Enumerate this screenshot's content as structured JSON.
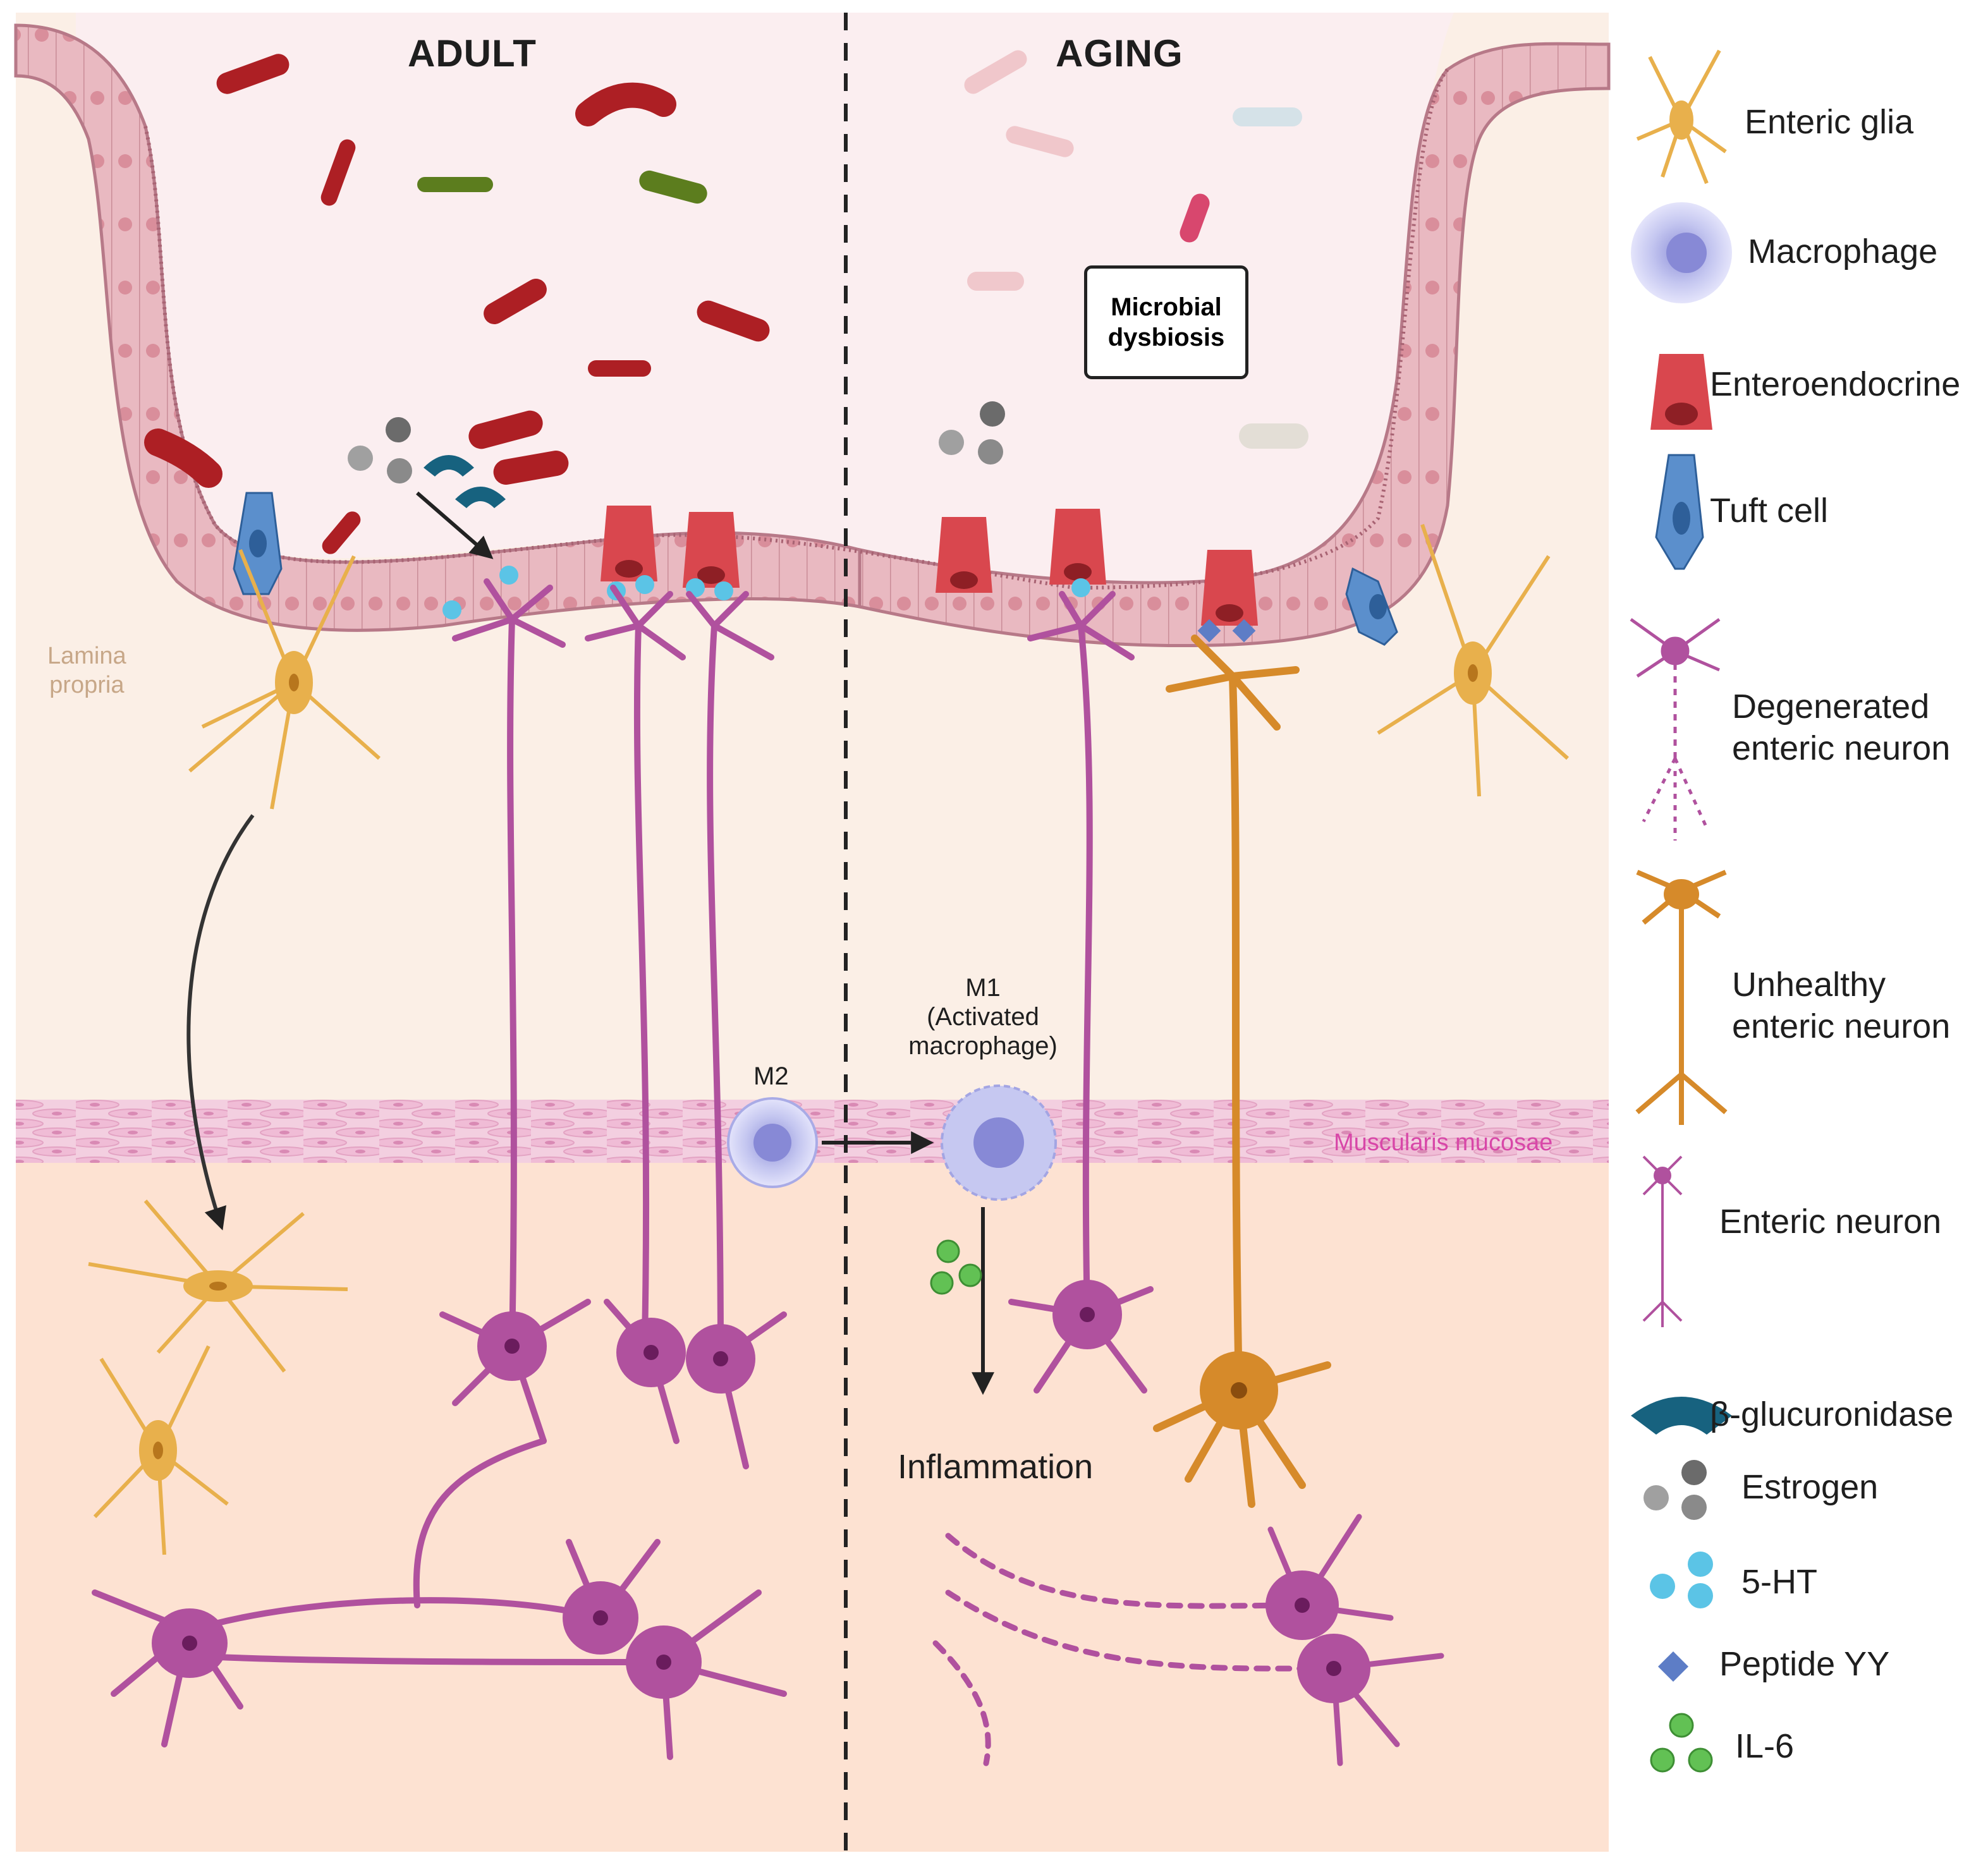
{
  "panels": {
    "left_title": "ADULT",
    "right_title": "AGING"
  },
  "regions": {
    "lamina_propria": [
      "Lamina",
      "propria"
    ],
    "muscularis_mucosae": "Muscularis mucosae"
  },
  "labels": {
    "microbial_dysbiosis": [
      "Microbial",
      "dysbiosis"
    ],
    "m2": "M2",
    "m1": [
      "M1",
      "(Activated",
      "macrophage)"
    ],
    "inflammation": "Inflammation"
  },
  "legend": [
    {
      "icon": "enteric-glia-icon",
      "label": [
        "Enteric glia"
      ]
    },
    {
      "icon": "macrophage-icon",
      "label": [
        "Macrophage"
      ]
    },
    {
      "icon": "enteroendocrine-icon",
      "label": [
        "Enteroendocrine"
      ]
    },
    {
      "icon": "tuft-cell-icon",
      "label": [
        "Tuft cell"
      ]
    },
    {
      "icon": "degenerated-neuron-icon",
      "label": [
        "Degenerated",
        "enteric neuron"
      ]
    },
    {
      "icon": "unhealthy-neuron-icon",
      "label": [
        "Unhealthy",
        "enteric neuron"
      ]
    },
    {
      "icon": "enteric-neuron-icon",
      "label": [
        "Enteric neuron"
      ]
    },
    {
      "icon": "beta-glucuronidase-icon",
      "label": [
        "β-glucuronidase"
      ]
    },
    {
      "icon": "estrogen-icon",
      "label": [
        "Estrogen"
      ]
    },
    {
      "icon": "serotonin-icon",
      "label": [
        "5-HT"
      ]
    },
    {
      "icon": "peptide-yy-icon",
      "label": [
        "Peptide YY"
      ]
    },
    {
      "icon": "il6-icon",
      "label": [
        "IL-6"
      ]
    }
  ],
  "colors": {
    "lumen": "#fbeef0",
    "lamina_propria": "#fbefe6",
    "submucosa": "#fde2d2",
    "epithelium": "#e8b4bc",
    "neuron": "#b0519e",
    "unhealthy_neuron": "#d68a2a",
    "glia": "#e8b04c",
    "macrophage": "#b8b8ea",
    "enteroendocrine": "#d9474e",
    "tuft": "#5b8fcc",
    "serotonin": "#5bc4e6",
    "estrogen": "#8a8a8a",
    "il6": "#62c154",
    "peptide_yy": "#5d7dc6",
    "glucuronidase": "#17627f",
    "bacteria_red": "#ad1f24",
    "bacteria_green": "#5c7d1e"
  }
}
